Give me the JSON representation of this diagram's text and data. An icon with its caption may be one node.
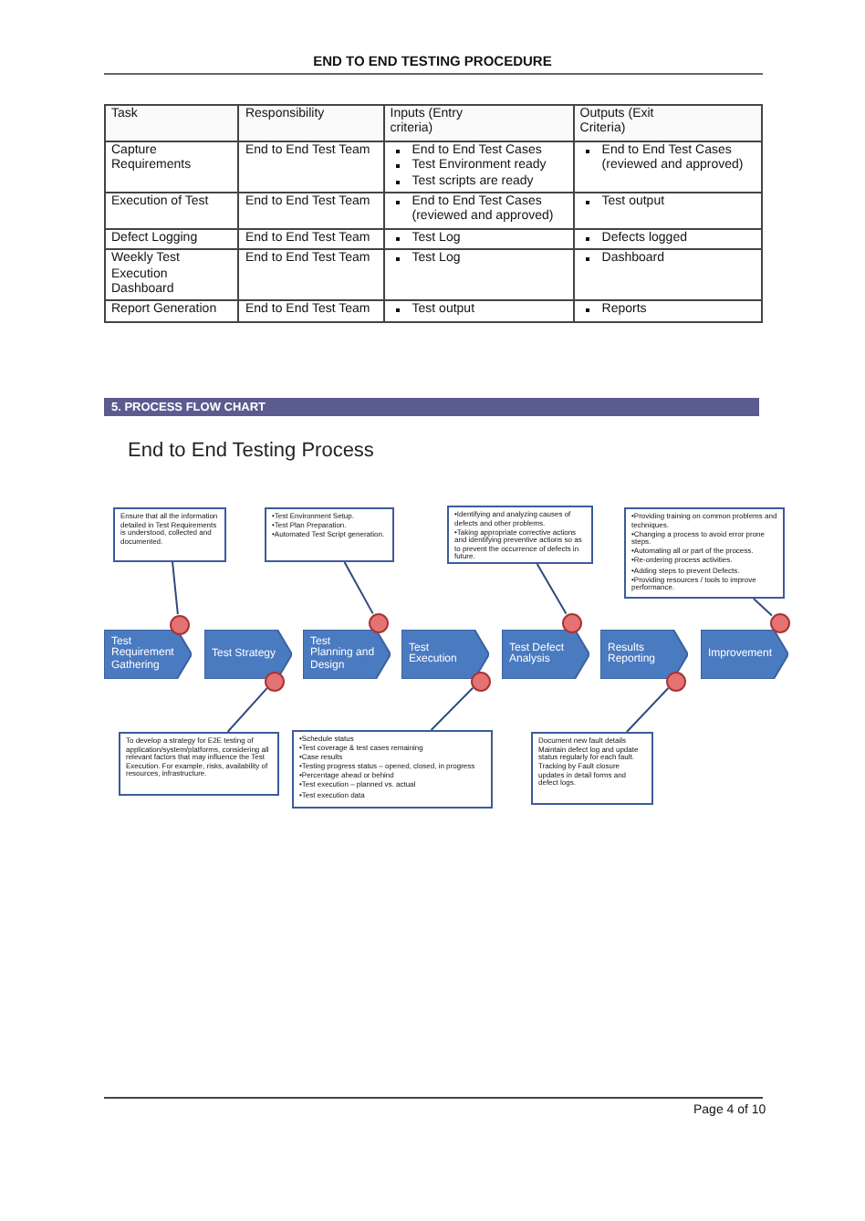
{
  "diagram": {
    "title": "END TO END TESTING PROCEDURE",
    "nodes": [
      {
        "text": [
          "Ensure that all the information detailed in Test Requirements is understood, collected and documented."
        ]
      },
      {
        "text": [
          "•Test Environment Setup.",
          "•Test Plan Preparation.",
          "•Automated Test Script generation."
        ]
      },
      {
        "text": [
          "•Identifying and analyzing causes of defects and other problems.",
          "•Taking appropriate corrective actions and identifying preventive actions so as to prevent the occurrence of defects in future."
        ]
      },
      {
        "text": [
          "•Providing training on common problems and techniques.",
          "•Changing a process to avoid error prone steps.",
          "•Automating all or part of the process.",
          "•Re-ordering process activities.",
          "•Adding steps to prevent Defects.",
          "•Providing resources / tools to improve performance."
        ]
      },
      {
        "text": [],
        "shape": "circle"
      },
      {
        "text": [],
        "shape": "circle"
      },
      {
        "text": [],
        "shape": "circle"
      },
      {
        "text": [],
        "shape": "circle"
      },
      {
        "text": [
          "Test Requirement Gathering"
        ]
      },
      {
        "text": [
          "Test Strategy"
        ]
      },
      {
        "text": [
          "Test Planning and Design"
        ]
      },
      {
        "text": [
          "Test Execution"
        ]
      },
      {
        "text": [
          "Test Defect Analysis"
        ]
      },
      {
        "text": [
          "Results Reporting"
        ]
      },
      {
        "text": [
          "Improvement"
        ]
      },
      {
        "text": [],
        "shape": "circle"
      },
      {
        "text": [],
        "shape": "circle"
      },
      {
        "text": [],
        "shape": "circle"
      },
      {
        "text": [
          "To develop a strategy for E2E testing of application/system/platforms, considering all relevant factors that may influence the Test Execution. For example, risks, availability of resources, infrastructure."
        ]
      },
      {
        "text": [
          "•Schedule status",
          "•Test coverage & test cases remaining",
          "•Case results",
          "•Testing progress status – opened, closed, in progress",
          "•Percentage ahead or behind",
          "•Test execution – planned vs. actual",
          "•Test execution data"
        ]
      },
      {
        "text": [
          "Document new fault details Maintain defect log and update status regularly for each fault.",
          "Tracking by Fault closure updates in detail forms and defect logs."
        ]
      }
    ],
    "edges": [
      {
        "from": 0,
        "to": 4,
        "arrow": "none"
      },
      {
        "from": 1,
        "to": 5,
        "arrow": "none"
      },
      {
        "from": 2,
        "to": 6,
        "arrow": "none"
      },
      {
        "from": 3,
        "to": 7,
        "arrow": "none"
      },
      {
        "from": 15,
        "to": 18,
        "arrow": "none"
      },
      {
        "from": 16,
        "to": 19,
        "arrow": "none"
      },
      {
        "from": 17,
        "to": 20,
        "arrow": "none"
      }
    ],
    "labels": [
      "Task",
      "Responsibility",
      "Inputs (Entry criteria)",
      "Outputs (Exit Criteria)",
      "Capture Requirements",
      "End to End Test Team",
      "End to End Test Cases",
      "Test Environment ready",
      "Test scripts are ready",
      "End to End Test Cases (reviewed and approved)",
      "Execution of Test",
      "End to End Test Team",
      "End to End Test Cases (reviewed and approved)",
      "Test output",
      "Defect Logging",
      "End to End Test Team",
      "Test Log",
      "Defects logged",
      "Weekly Test Execution Dashboard",
      "End to End Test Team",
      "Test Log",
      "Dashboard",
      "Report Generation",
      "End to End Test Team",
      "Test output",
      "Reports",
      "5. PROCESS FLOW CHART",
      "End to End Testing Process",
      "Page 4 of 10"
    ]
  }
}
